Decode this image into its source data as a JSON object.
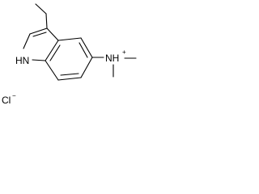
{
  "molecule": {
    "labels": {
      "indole_nitrogen": "HN",
      "indole_h": "H",
      "indole_n": "N",
      "ammonium_nitrogen": "NH",
      "ammonium_charge": "+",
      "counterion": "Cl",
      "counterion_charge": "−"
    }
  }
}
